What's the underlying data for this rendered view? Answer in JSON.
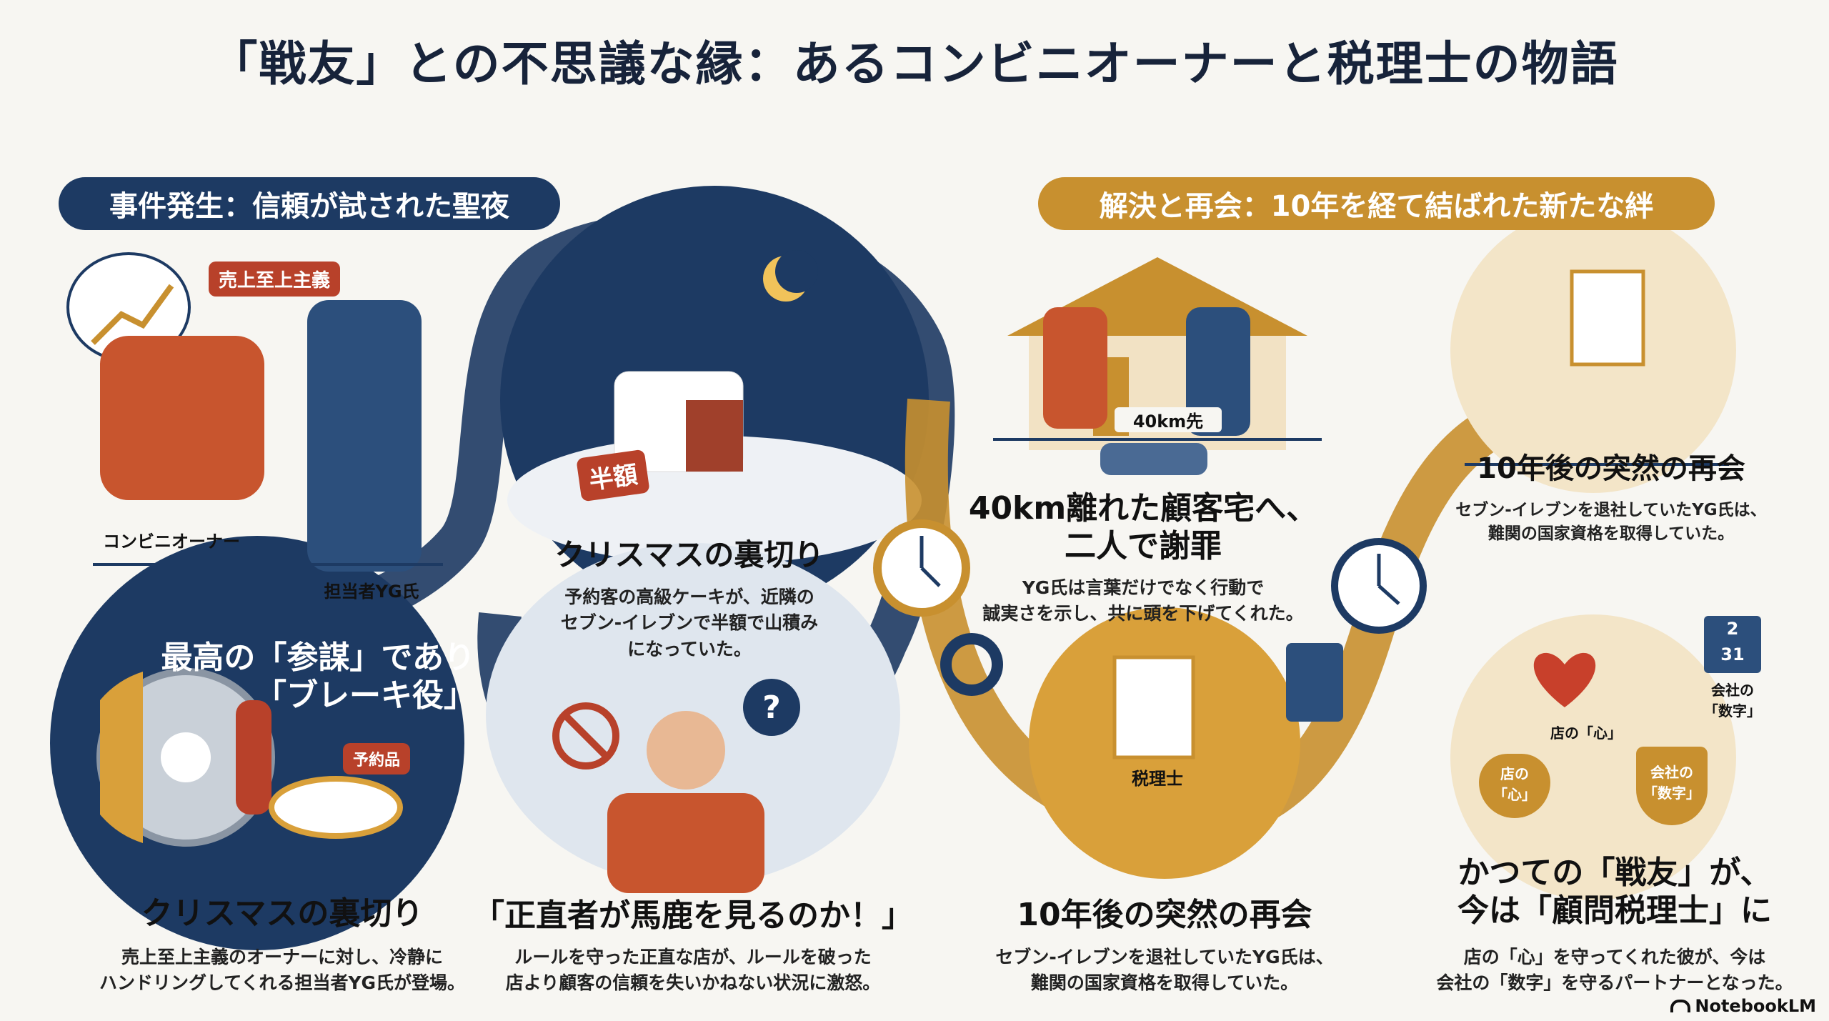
{
  "title": "「戦友」との不思議な縁：あるコンビニオーナーと税理士の物語",
  "sections": {
    "left_pill": "事件発生：信頼が試された聖夜",
    "right_pill": "解決と再会：10年を経て結ばれた新たな絆"
  },
  "scene1": {
    "bubble": "売上至上主義",
    "owner_label": "コンビニオーナー",
    "staff_label": "担当者YG氏"
  },
  "brake": {
    "heading_line1": "最高の「参謀」であり",
    "heading_line2": "「ブレーキ役」",
    "reserved_tag": "予約品"
  },
  "card1": {
    "heading": "クリスマスの裏切り",
    "body_line1": "売上至上主義のオーナーに対し、冷静に",
    "body_line2": "ハンドリングしてくれる担当者YG氏が登場。"
  },
  "card_cake": {
    "tag": "半額",
    "heading": "クリスマスの裏切り",
    "body_line1": "予約客の高級ケーキが、近隣の",
    "body_line2": "セブン-イレブンで半額で山積み",
    "body_line3": "になっていた。"
  },
  "card2": {
    "heading": "「正直者が馬鹿を見るのか！」",
    "body_line1": "ルールを守った正直な店が、ルールを破った",
    "body_line2": "店より顧客の信頼を失いかねない状況に激怒。"
  },
  "card_apology": {
    "distance_tag": "40km先",
    "heading_line1": "40km離れた顧客宅へ、",
    "heading_line2": "二人で謝罪",
    "body_line1": "YG氏は言葉だけでなく行動で",
    "body_line2": "誠実さを示し、共に頭を下げてくれた。"
  },
  "card_reunion_top": {
    "heading": "10年後の突然の再会",
    "body_line1": "セブン-イレブンを退社していたYG氏は、",
    "body_line2": "難関の国家資格を取得していた。"
  },
  "card_reunion_bottom": {
    "tax_label": "税理士",
    "heading": "10年後の突然の再会",
    "body_line1": "セブン-イレブンを退社していたYG氏は、",
    "body_line2": "難関の国家資格を取得していた。"
  },
  "card_final": {
    "heart_label": "店の「心」",
    "numbers_label_line1": "会社の",
    "numbers_label_line2": "「数字」",
    "heart_badge_line1": "店の",
    "heart_badge_line2": "「心」",
    "shield_badge_line1": "会社の",
    "shield_badge_line2": "「数字」",
    "calendar_top": "2",
    "calendar_bottom": "31",
    "heading_line1": "かつての「戦友」が、",
    "heading_line2": "今は「顧問税理士」に",
    "body_line1": "店の「心」を守ってくれた彼が、今は",
    "body_line2": "会社の「数字」を守るパートナーとなった。"
  },
  "branding": "NotebookLM",
  "colors": {
    "navy": "#1d3a63",
    "gold": "#c8902f",
    "red": "#b8412a",
    "bg": "#f7f6f2"
  }
}
